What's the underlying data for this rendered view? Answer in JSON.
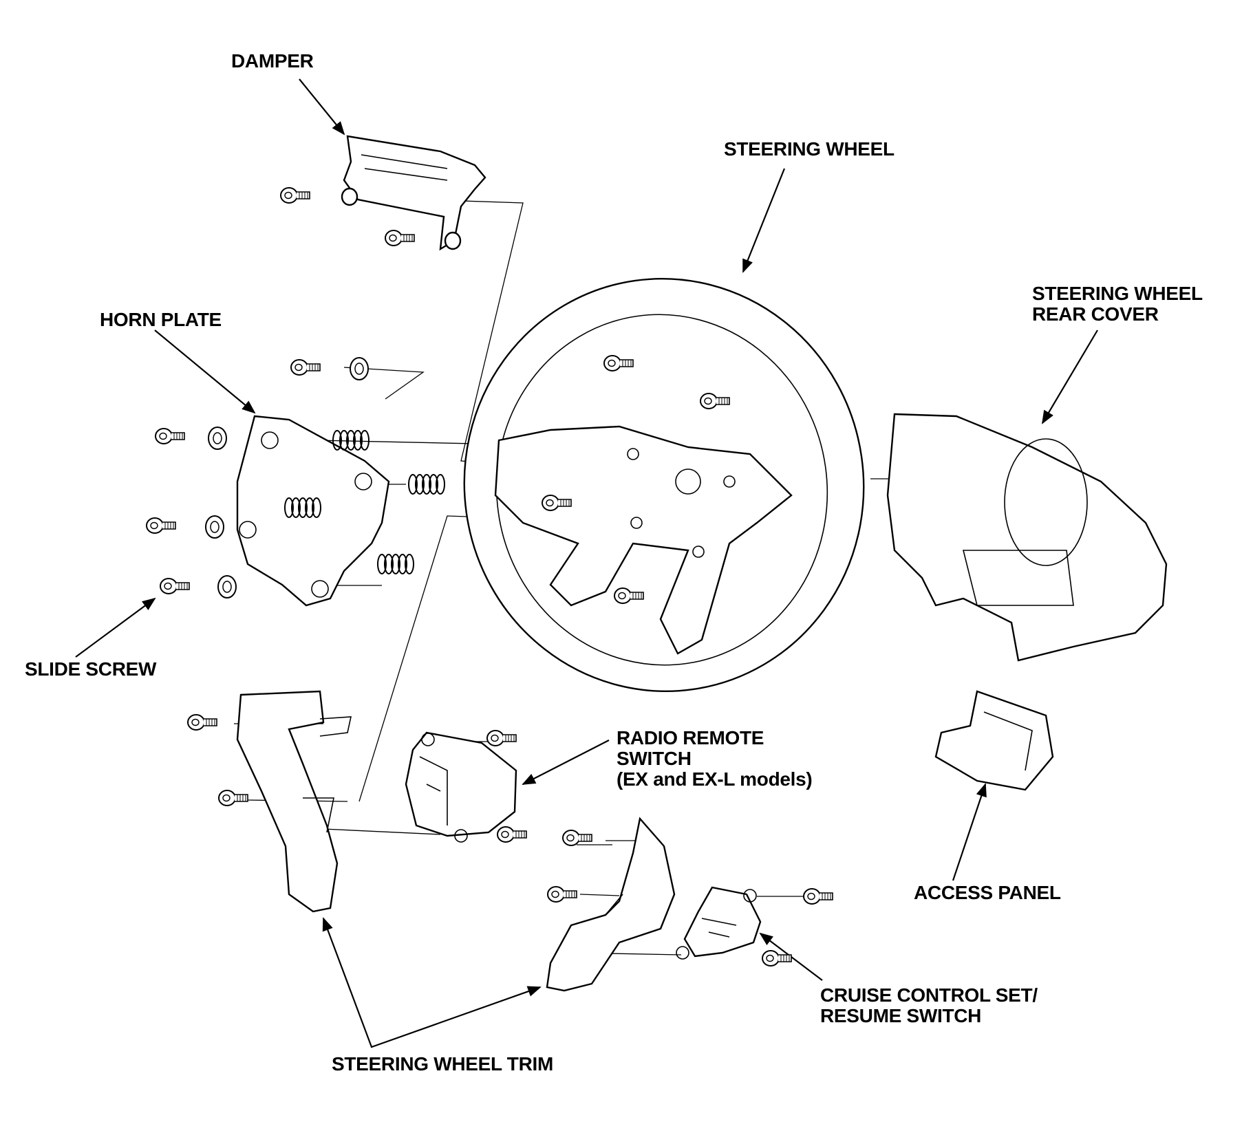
{
  "labels": {
    "damper": "DAMPER",
    "steering_wheel": "STEERING WHEEL",
    "rear_cover_line1": "STEERING WHEEL",
    "rear_cover_line2": "REAR COVER",
    "horn_plate": "HORN PLATE",
    "slide_screw": "SLIDE SCREW",
    "radio_line1": "RADIO REMOTE",
    "radio_line2": "SWITCH",
    "radio_line3": "(EX and EX-L models)",
    "access_panel": "ACCESS PANEL",
    "cruise_line1": "CRUISE CONTROL SET/",
    "cruise_line2": "RESUME SWITCH",
    "wheel_trim": "STEERING WHEEL TRIM"
  },
  "icons": {
    "arrow": "leader-arrow",
    "fastener": "bolt-icon"
  }
}
